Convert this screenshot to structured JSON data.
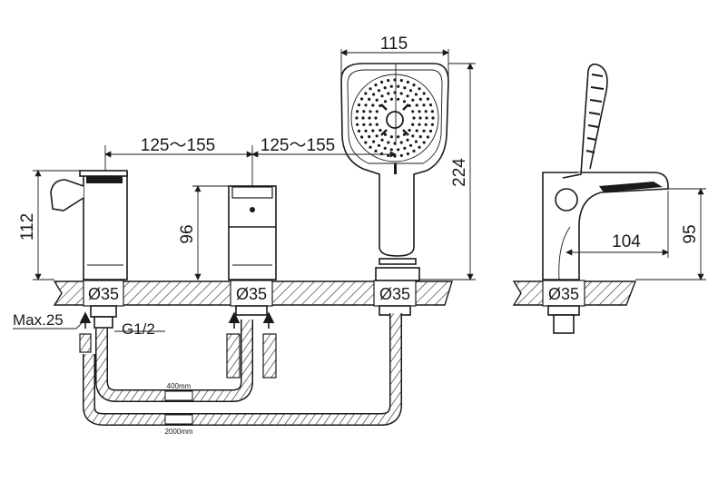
{
  "dimensions": {
    "spacing_left": "125～155",
    "spacing_right": "125～155",
    "handshower_width": "115",
    "handshower_height": "224",
    "spout_height": "112",
    "valve_height": "96",
    "side_height": "95",
    "side_reach": "104",
    "hole_1": "Ø35",
    "hole_2": "Ø35",
    "hole_3": "Ø35",
    "hole_4": "Ø35",
    "max_deck": "Max.25",
    "thread": "G1/2",
    "hose_short": "400mm",
    "hose_long": "2000mm"
  }
}
